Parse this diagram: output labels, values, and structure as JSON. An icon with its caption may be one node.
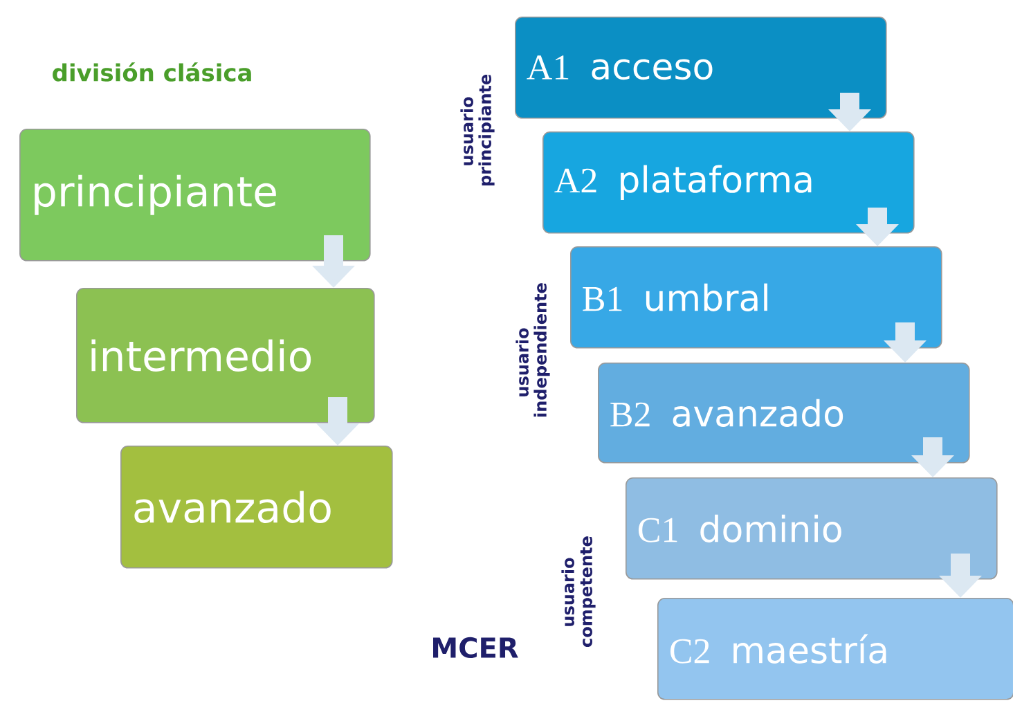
{
  "diagram": {
    "nodes": [
      {
        "text": [
          "principiante"
        ]
      },
      {
        "text": [
          "intermedio"
        ]
      },
      {
        "text": [
          "avanzado"
        ]
      },
      {
        "text": [
          "A1",
          "acceso"
        ]
      },
      {
        "text": [
          "A2",
          "plataforma"
        ]
      },
      {
        "text": [
          "B1",
          "umbral"
        ]
      },
      {
        "text": [
          "B2",
          "avanzado"
        ]
      },
      {
        "text": [
          "C1",
          "dominio"
        ]
      },
      {
        "text": [
          "C2",
          "maestría"
        ]
      }
    ],
    "edges": [
      {
        "from": 0,
        "to": 1,
        "arrow": "to"
      },
      {
        "from": 1,
        "to": 2,
        "arrow": "to"
      },
      {
        "from": 3,
        "to": 4,
        "arrow": "to"
      },
      {
        "from": 4,
        "to": 5,
        "arrow": "to"
      },
      {
        "from": 5,
        "to": 6,
        "arrow": "to"
      },
      {
        "from": 6,
        "to": 7,
        "arrow": "to"
      },
      {
        "from": 7,
        "to": 8,
        "arrow": "to"
      }
    ],
    "labels": [
      "división clásica",
      "usuario principiante",
      "usuario independiente",
      "usuario competente",
      "MCER"
    ]
  }
}
